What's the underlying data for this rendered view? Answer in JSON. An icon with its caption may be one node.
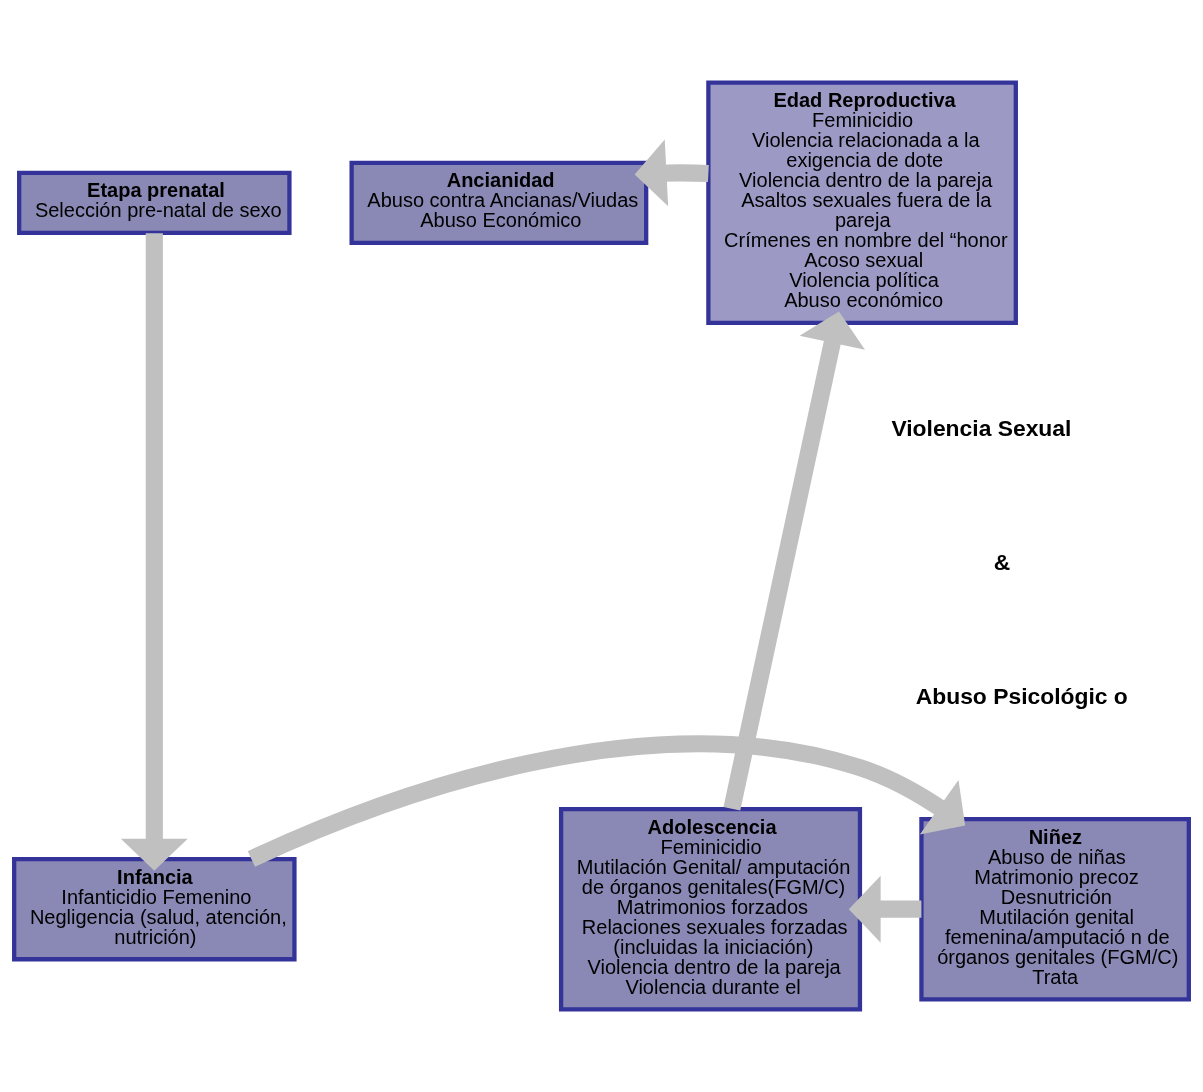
{
  "diagram": {
    "nodes": [
      {
        "text": [
          "Ancianidad",
          "Abuso contra Ancianas/Viudas",
          "Abuso Económico"
        ]
      },
      {
        "text": [
          "Edad Reproductiva",
          "Feminicidio",
          "Violencia relacionada a la exigencia de dote",
          "Violencia dentro de la pareja",
          "Asaltos sexuales fuera de la pareja",
          "Crímenes en nombre del “honor",
          "Acoso sexual",
          "Violencia política",
          "Abuso económico"
        ]
      },
      {
        "text": [
          "Etapa prenatal",
          "Selección pre-natal de sexo"
        ]
      },
      {
        "text": [
          "Infancia",
          "Infanticidio Femenino",
          "Negligencia (salud, atención, nutrición)"
        ]
      },
      {
        "text": [
          "Niñez",
          "Abuso de niñas",
          "Matrimonio precoz",
          "Desnutrición",
          "Mutilación genital femenina/amputació n de órganos genitales (FGM/C)",
          "Trata"
        ]
      },
      {
        "text": [
          "Adolescencia",
          "Feminicidio",
          "Mutilación Genital/ amputación de órganos genitales(FGM/C)",
          "Matrimonios forzados",
          "Relaciones sexuales forzadas (incluidas la iniciación)",
          "Violencia dentro de la pareja",
          "Violencia durante el"
        ]
      }
    ],
    "edges": [
      {
        "from": 2,
        "to": 3,
        "arrow": "to"
      },
      {
        "from": 3,
        "to": 4,
        "arrow": "to"
      },
      {
        "from": 4,
        "to": 5,
        "arrow": "to"
      },
      {
        "from": 5,
        "to": 1,
        "arrow": "to"
      },
      {
        "from": 1,
        "to": 0,
        "arrow": "to"
      }
    ],
    "labels": [
      "Violencia Sexual",
      "&",
      "Abuso Psicológic o"
    ]
  }
}
